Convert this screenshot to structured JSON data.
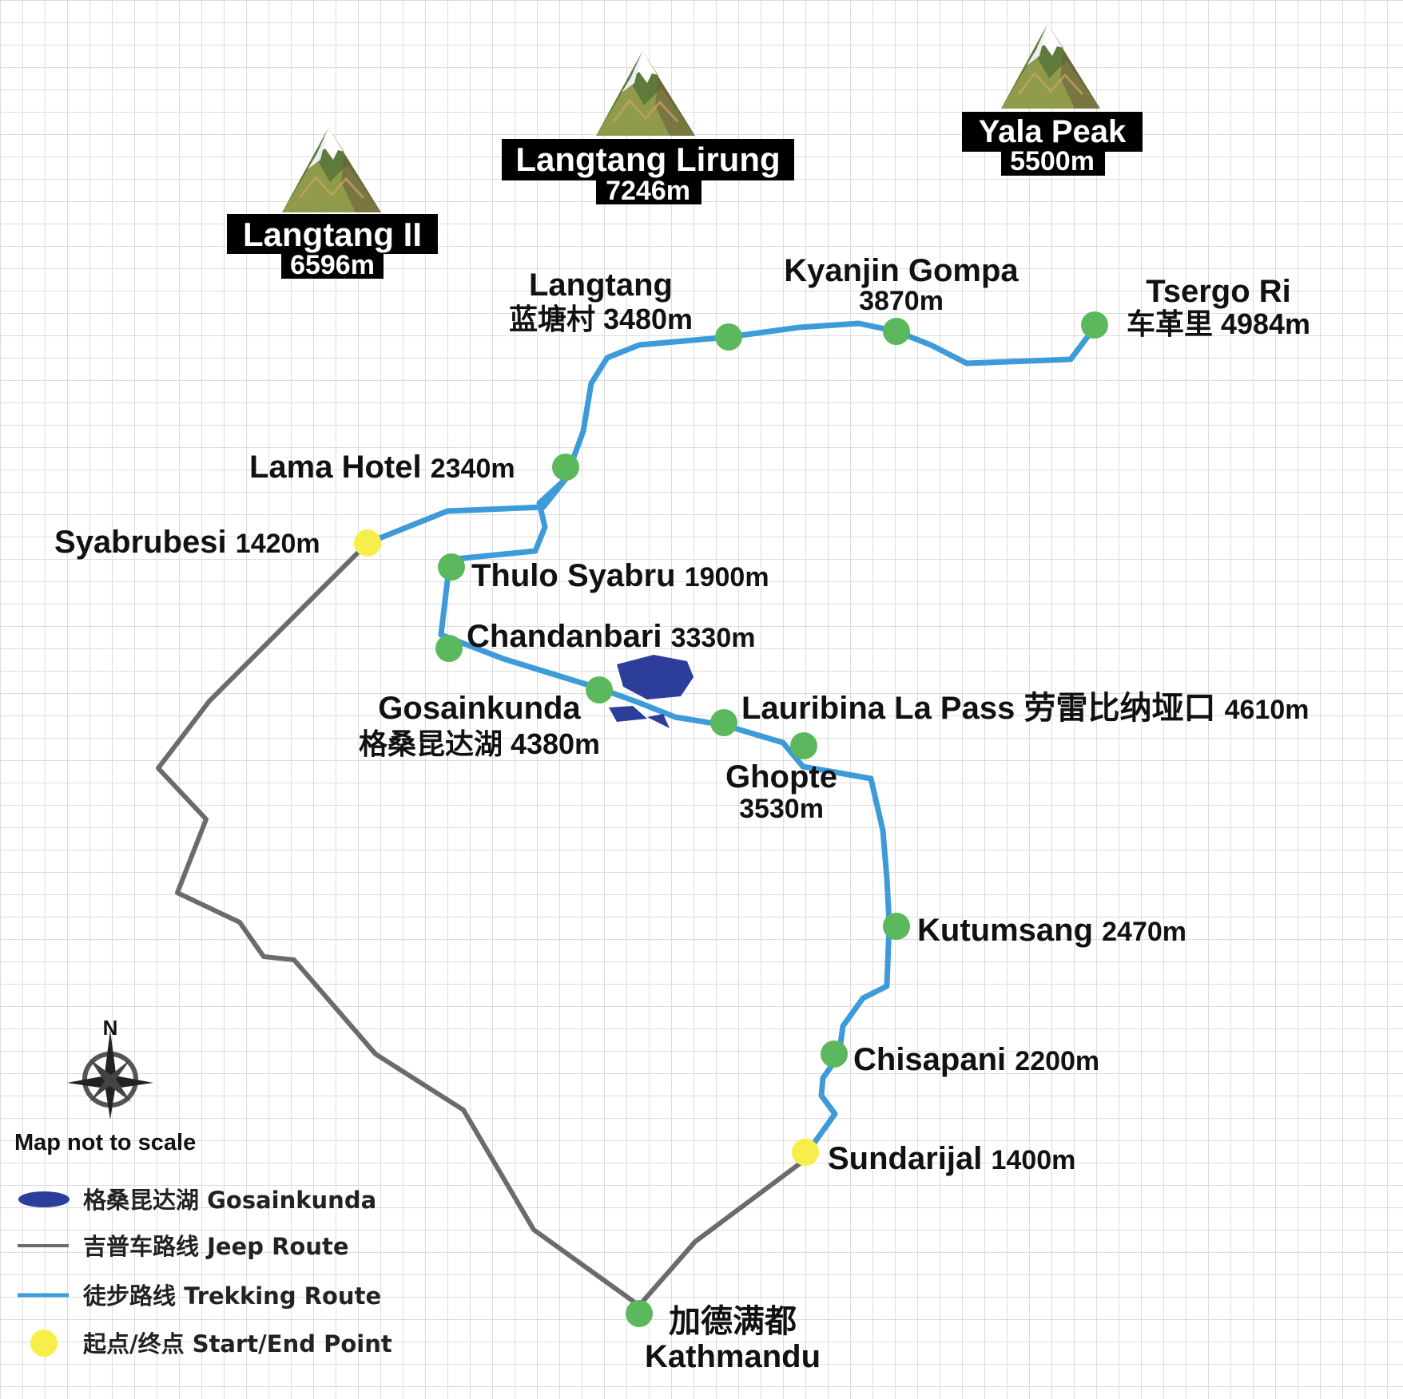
{
  "peaks": [
    {
      "name": "Langtang II",
      "elev": "6596m"
    },
    {
      "name": "Langtang Lirung",
      "elev": "7246m"
    },
    {
      "name": "Yala Peak",
      "elev": "5500m"
    }
  ],
  "places": {
    "langtang": {
      "l1": "Langtang",
      "l2": "蓝塘村 3480m"
    },
    "kyanjin": {
      "l1": "Kyanjin Gompa",
      "l2": "3870m"
    },
    "tsergo": {
      "l1": "Tsergo Ri",
      "l2": "车革里 4984m"
    },
    "lama_name": "Lama Hotel",
    "lama_elev": "2340m",
    "syabrubesi_name": "Syabrubesi",
    "syabrubesi_elev": "1420m",
    "thulo_name": "Thulo Syabru",
    "thulo_elev": "1900m",
    "chandan_name": "Chandanbari",
    "chandan_elev": "3330m",
    "gosain": {
      "l1": "Gosainkunda",
      "l2": "格桑昆达湖 4380m"
    },
    "laurib_name": "Lauribina La Pass 劳雷比纳垭口",
    "laurib_elev": "4610m",
    "ghopte": {
      "l1": "Ghopte",
      "l2": "3530m"
    },
    "kutum_name": "Kutumsang",
    "kutum_elev": "2470m",
    "chisa_name": "Chisapani",
    "chisa_elev": "2200m",
    "sundari_name": "Sundarijal",
    "sundari_elev": "1400m",
    "kathmandu": {
      "l1": "加德满都",
      "l2": "Kathmandu"
    }
  },
  "compass": {
    "north": "N",
    "note": "Map not to scale"
  },
  "legend": {
    "lake": "格桑昆达湖 Gosainkunda",
    "jeep": "吉普车路线 Jeep Route",
    "trek": "徒步路线 Trekking Route",
    "start": "起点/终点 Start/End Point"
  },
  "colors": {
    "trek_route": "#3e9bd9",
    "jeep_route": "#6b6b6b",
    "waypoint": "#5cb85c",
    "start_end": "#f6ee49",
    "lake": "#2c3d9a"
  }
}
